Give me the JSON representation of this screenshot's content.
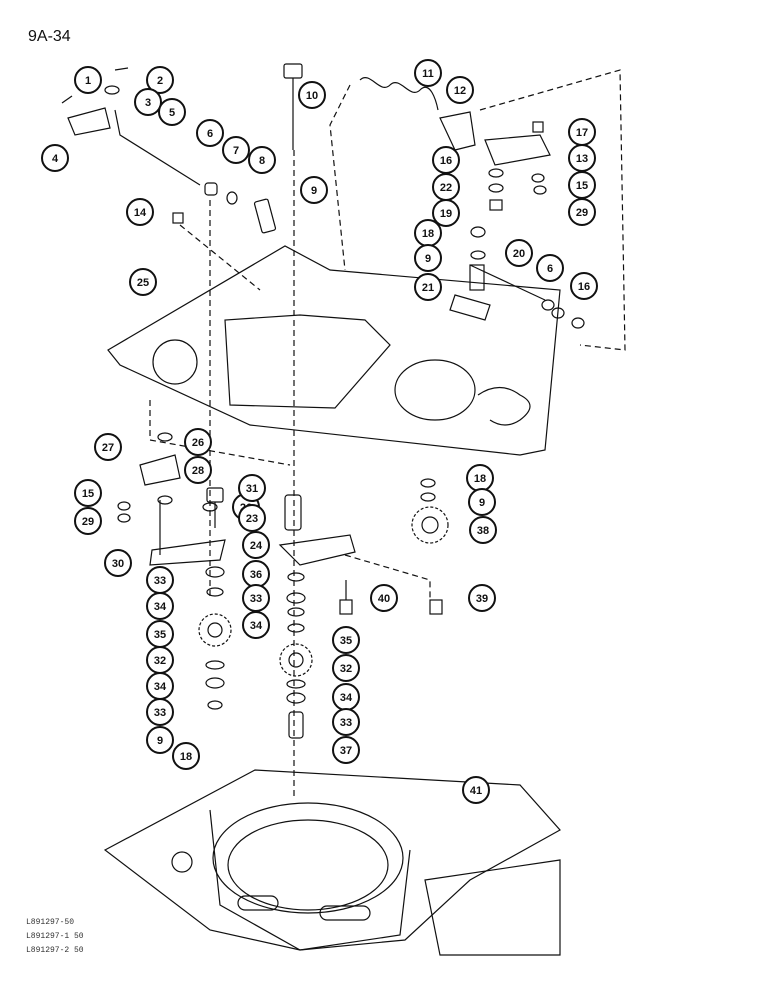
{
  "page_code": "9A-34",
  "refs": [
    "L891297-50",
    "L891297-1 50",
    "L891297-2 50"
  ],
  "callouts": [
    "1",
    "2",
    "3",
    "4",
    "5",
    "6",
    "7",
    "8",
    "9",
    "10",
    "11",
    "12",
    "13",
    "14",
    "15",
    "16",
    "17",
    "18",
    "19",
    "20",
    "21",
    "22",
    "23",
    "24",
    "25",
    "26",
    "27",
    "28",
    "29",
    "30",
    "31",
    "32",
    "33",
    "34",
    "35",
    "36",
    "37",
    "38",
    "39",
    "40",
    "41"
  ],
  "colors": {
    "ink": "#111111",
    "paper": "#ffffff"
  }
}
